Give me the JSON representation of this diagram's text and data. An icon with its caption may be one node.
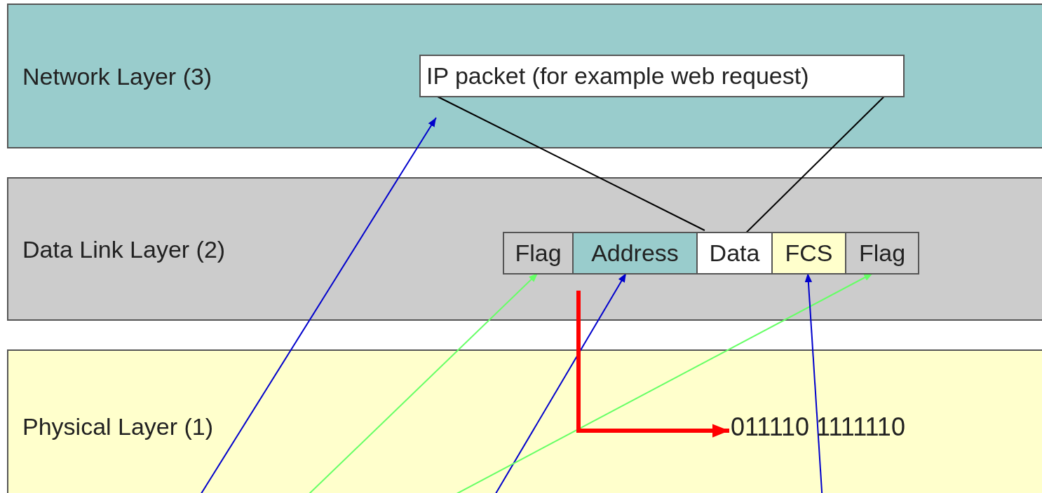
{
  "diagram": {
    "nodes": [
      {
        "text": [
          "Network Layer (3)"
        ]
      },
      {
        "text": [
          "IP packet (for example web request)"
        ],
        "in": 0
      },
      {
        "text": [
          "Data Link Layer (2)"
        ]
      },
      {
        "text": [
          "Flag"
        ],
        "in": 2
      },
      {
        "text": [
          "Address"
        ],
        "in": 2
      },
      {
        "text": [
          "Data"
        ],
        "in": 2
      },
      {
        "text": [
          "FCS"
        ],
        "in": 2
      },
      {
        "text": [
          "Flag"
        ],
        "in": 2
      },
      {
        "text": [
          "Physical Layer (1)"
        ]
      },
      {
        "text": [
          "011110 1111110"
        ],
        "in": 8
      }
    ],
    "edges": [
      {
        "from": 1,
        "to": 5,
        "arrow": "none",
        "color": "#000000"
      },
      {
        "from": 1,
        "to": 5,
        "arrow": "none",
        "color": "#000000"
      },
      {
        "from": null,
        "to": 0,
        "arrow": "to",
        "color": "#0000cc"
      },
      {
        "from": null,
        "to": 3,
        "arrow": "to",
        "color": "#66ff66"
      },
      {
        "from": null,
        "to": 4,
        "arrow": "to",
        "color": "#0000cc"
      },
      {
        "from": null,
        "to": 7,
        "arrow": "to",
        "color": "#66ff66"
      },
      {
        "from": null,
        "to": 6,
        "arrow": "to",
        "color": "#0000cc"
      },
      {
        "from": null,
        "to": 9,
        "arrow": "to",
        "color": "#ff0000",
        "style": "thick"
      }
    ]
  }
}
